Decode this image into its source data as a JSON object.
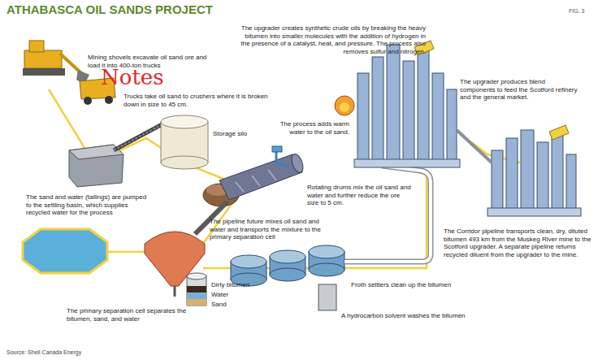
{
  "diagram": {
    "title": "ATHABASCA OIL SANDS PROJECT",
    "labels": [
      "FIG. 3",
      "Mining shovels excavate oil sand ore and load it into 400-ton trucks",
      "Notes",
      "Trucks take oil sand to crushers where it is broken down in size to 45 cm.",
      "Storage silo",
      "The process adds warm water to the oil sand.",
      "Rotating drums mix the oil sand and water and further reduce the ore size to 5 cm.",
      "The sand and water (tailings) are pumped to the settling basin, which supplies recycled water for the process",
      "The pipeline future mixes oil sand and water and transports the mixture to the primary separation cell",
      "The primary separation cell separates the bitumen, sand, and water",
      "Dirty bitumen",
      "Water",
      "Sand",
      "Froth settlers clean up the bitumen",
      "A hydrocarbon solvent washes the bitumen",
      "The Corridor pipeline transports clean, dry, diluted bitumen 493 km from the Muskeg River mine to the Scotford upgrader. A separate pipeline returns recycled diluent from the upgrader to the mine.",
      "The upgrader creates synthetic crude oils by breaking the heavy bitumen into smaller molecules with the addition of hydrogen in the presence of a catalyst, heat, and pressure. The process also removes sulfur and nitrogen.",
      "The upgrader produces blend components to feed the Scotford refinery and the general market.",
      "Source: Shell Canada Energy"
    ]
  }
}
